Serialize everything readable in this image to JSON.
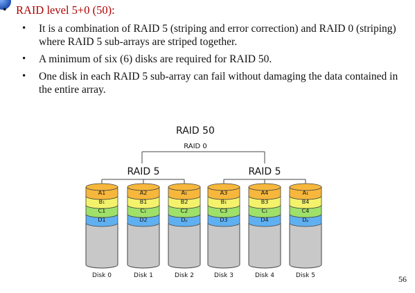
{
  "slide": {
    "bullet_glyph": "•",
    "heading": "RAID level 5+0 (50):",
    "bullets": [
      "It is a combination of RAID 5 (striping and error correction) and RAID 0 (striping) where RAID 5 sub-arrays are striped together.",
      "A minimum of six (6) disks are required for RAID 50.",
      "One disk in each RAID 5 sub-array can fail without damaging the data contained in the entire array."
    ],
    "page_number": "56"
  },
  "diagram": {
    "title": "RAID 50",
    "subtitle": "RAID 0",
    "group_labels": [
      "RAID 5",
      "RAID 5"
    ],
    "disks": [
      {
        "label": "Disk 0",
        "blocks": [
          "A1",
          "B₁",
          "C1",
          "D1"
        ]
      },
      {
        "label": "Disk 1",
        "blocks": [
          "A2",
          "B1",
          "C₁",
          "D2"
        ]
      },
      {
        "label": "Disk 2",
        "blocks": [
          "A₁",
          "B2",
          "C2",
          "Dₚ"
        ]
      },
      {
        "label": "Disk 3",
        "blocks": [
          "A3",
          "B₁",
          "C3",
          "D3"
        ]
      },
      {
        "label": "Disk 4",
        "blocks": [
          "A4",
          "B3",
          "C₁",
          "D4"
        ]
      },
      {
        "label": "Disk 5",
        "blocks": [
          "A₁",
          "B4",
          "C4",
          "Dₚ"
        ]
      }
    ],
    "colors": {
      "row_a": "#f6b73c",
      "row_b": "#f4f26a",
      "row_c": "#9ee06a",
      "row_d": "#5fb0f0",
      "body": "#c8c8c8",
      "line": "#444444"
    }
  }
}
